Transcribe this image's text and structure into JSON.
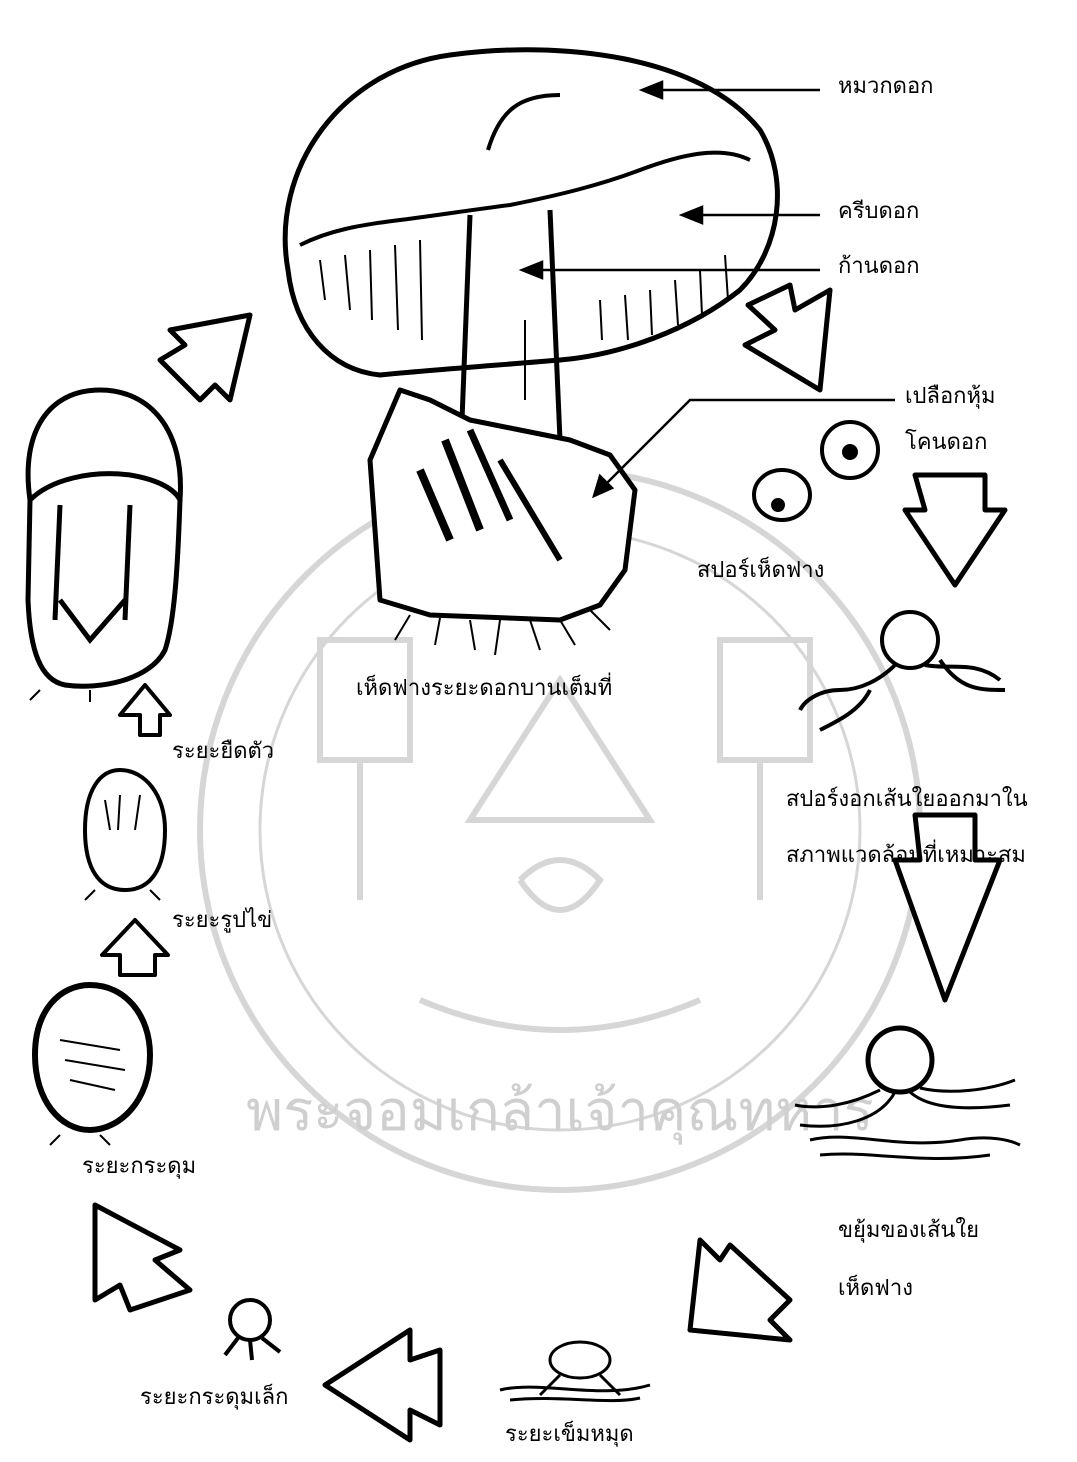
{
  "labels": {
    "cap": "หมวกดอก",
    "gills": "ครีบดอก",
    "stalk": "ก้านดอก",
    "volva_line1": "เปลือกหุ้ม",
    "volva_line2": "โคนดอก",
    "spore": "สปอร์เห็ดฟาง",
    "mature": "เห็ดฟางระยะดอกบานเต็มที่",
    "germination_line1": "สปอร์งอกเส้นใยออกมาใน",
    "germination_line2": "สภาพแวดล้อมที่เหมาะสม",
    "mycelium_line1": "ขยุ้มของเส้นใย",
    "mycelium_line2": "เห็ดฟาง",
    "pinhead": "ระยะเข็มหมุด",
    "small_button": "ระยะกระดุมเล็ก",
    "button": "ระยะกระดุม",
    "egg": "ระยะรูปไข่",
    "elongation": "ระยะยืดตัว"
  },
  "watermark": {
    "text": "พระจอมเกล้าเจ้าคุณทหาร"
  },
  "colors": {
    "ink": "#000000",
    "watermark": "#cfcfcf",
    "background": "#ffffff"
  }
}
